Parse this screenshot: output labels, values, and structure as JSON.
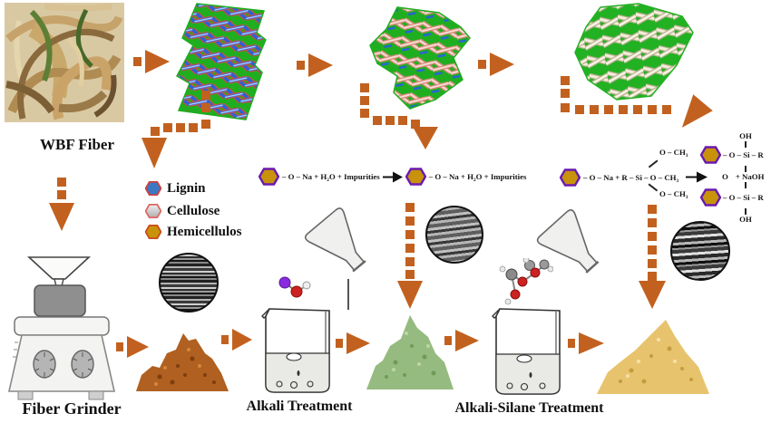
{
  "figure": {
    "type": "process-flow-diagram",
    "description": "Preparation, alkali and alkali-silane treatment of WBF natural fiber"
  },
  "labels": {
    "wbf_fiber": "WBF Fiber",
    "fiber_grinder": "Fiber Grinder",
    "alkali_treatment": "Alkali Treatment",
    "alkali_silane_treatment": "Alkali-Silane Treatment"
  },
  "legend": {
    "items": [
      {
        "label": "Lignin",
        "marker": "hexagon",
        "fill": "#3a78c2",
        "border": "#d04040"
      },
      {
        "label": "Cellulose",
        "marker": "hexagon",
        "fill": "#d9d9d9",
        "border": "#e06868"
      },
      {
        "label": "Hemicellulos",
        "marker": "hexagon",
        "fill": "#c8930a",
        "border": "#cc4a1a"
      }
    ]
  },
  "alkali_reaction": {
    "lhs": "– O – Na + H₂O + Impurities",
    "rhs": "– O – Na + H₂O + Impurities"
  },
  "silane_reaction": {
    "reactant": "– O – Na + R – Si – O – CH₃",
    "branch_top": "O – CH₃",
    "branch_bottom": "O – CH₃",
    "product_top_oh": "OH",
    "product_chain_1": "– O – Si – R",
    "product_center_o": "O",
    "product_naoh": "+ NaOH",
    "product_chain_2": "– O – Si – R",
    "product_bottom_oh": "OH"
  },
  "colors": {
    "arrow": "#c2611f",
    "reaction_hexagon_fill": "#c8930a",
    "reaction_hexagon_border": "#6a1ab0",
    "fiber_structure_green": "#1fae1f",
    "lignin_strand": "#2a62d8",
    "cellulose_strand": "#e8b0a0",
    "raw_fiber_pile": "#b06020",
    "alkali_treated_pile": "#96bb80",
    "silane_treated_pile": "#e8c36d"
  }
}
